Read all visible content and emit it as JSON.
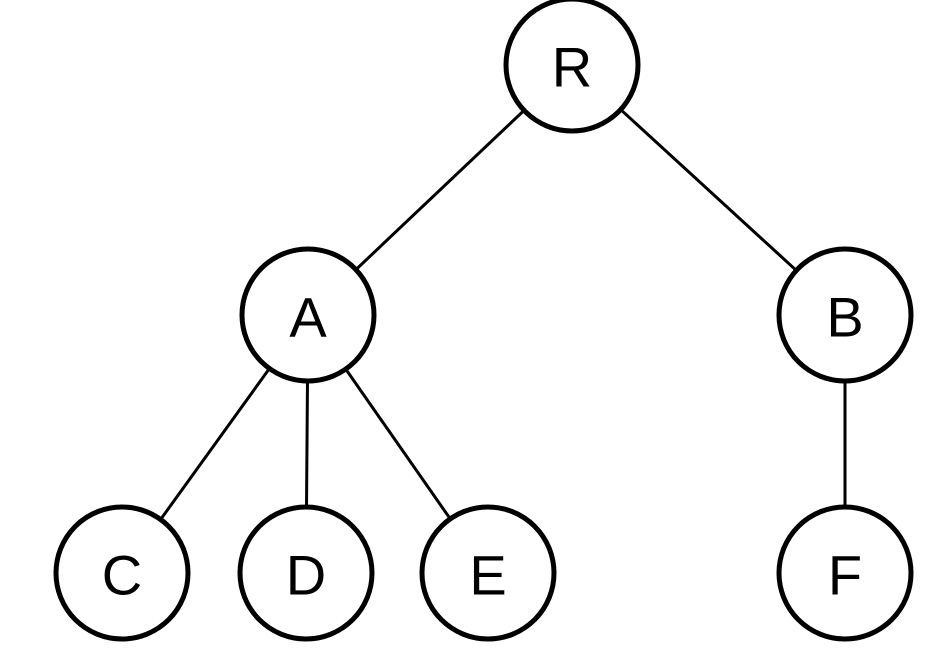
{
  "tree": {
    "nodes": [
      {
        "id": "R",
        "label": "R",
        "parent": null
      },
      {
        "id": "A",
        "label": "A",
        "parent": "R"
      },
      {
        "id": "B",
        "label": "B",
        "parent": "R"
      },
      {
        "id": "C",
        "label": "C",
        "parent": "A"
      },
      {
        "id": "D",
        "label": "D",
        "parent": "A"
      },
      {
        "id": "E",
        "label": "E",
        "parent": "A"
      },
      {
        "id": "F",
        "label": "F",
        "parent": "B"
      }
    ]
  }
}
